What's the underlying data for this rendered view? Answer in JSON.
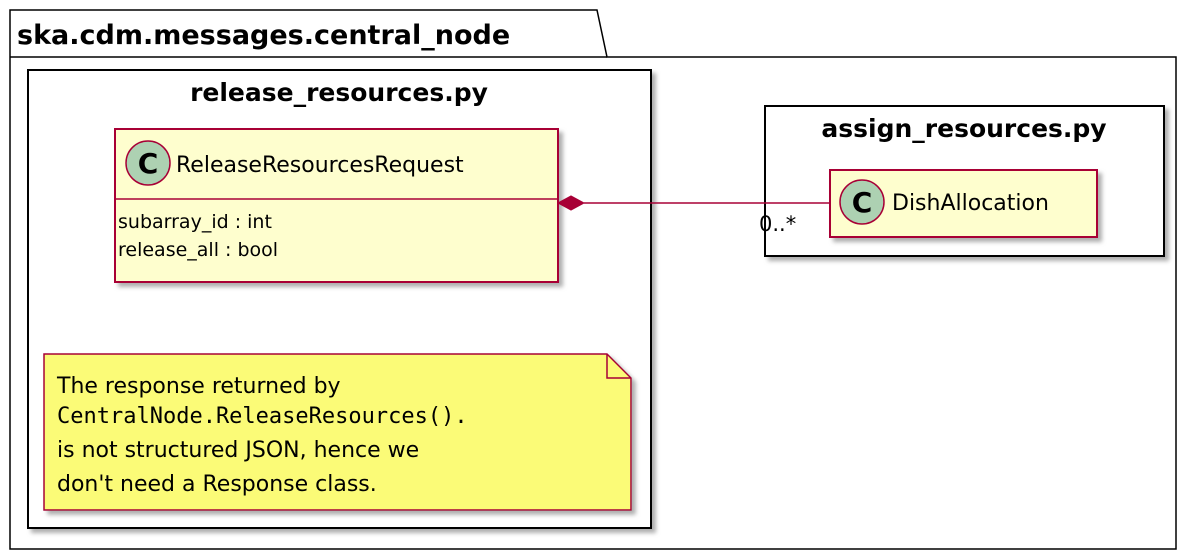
{
  "package": {
    "name": "ska.cdm.messages.central_node"
  },
  "release_module": {
    "name": "release_resources.py",
    "class": {
      "stereotype_letter": "C",
      "name": "ReleaseResourcesRequest",
      "attributes": [
        "subarray_id : int",
        "release_all : bool"
      ]
    },
    "note": {
      "line1": "The response returned by",
      "line2_code": "CentralNode.ReleaseResources().",
      "line3": "is not structured JSON, hence we",
      "line4": "don't need a Response class."
    }
  },
  "assign_module": {
    "name": "assign_resources.py",
    "class": {
      "stereotype_letter": "C",
      "name": "DishAllocation"
    }
  },
  "association": {
    "type": "composition",
    "multiplicity": "0..*"
  },
  "colors": {
    "class_fill": "#FEFECE",
    "class_border": "#A80036",
    "class_icon": "#ADD1B2",
    "note_fill": "#FBFB77",
    "line": "#A80036",
    "shadow": "#a8a8a8"
  }
}
